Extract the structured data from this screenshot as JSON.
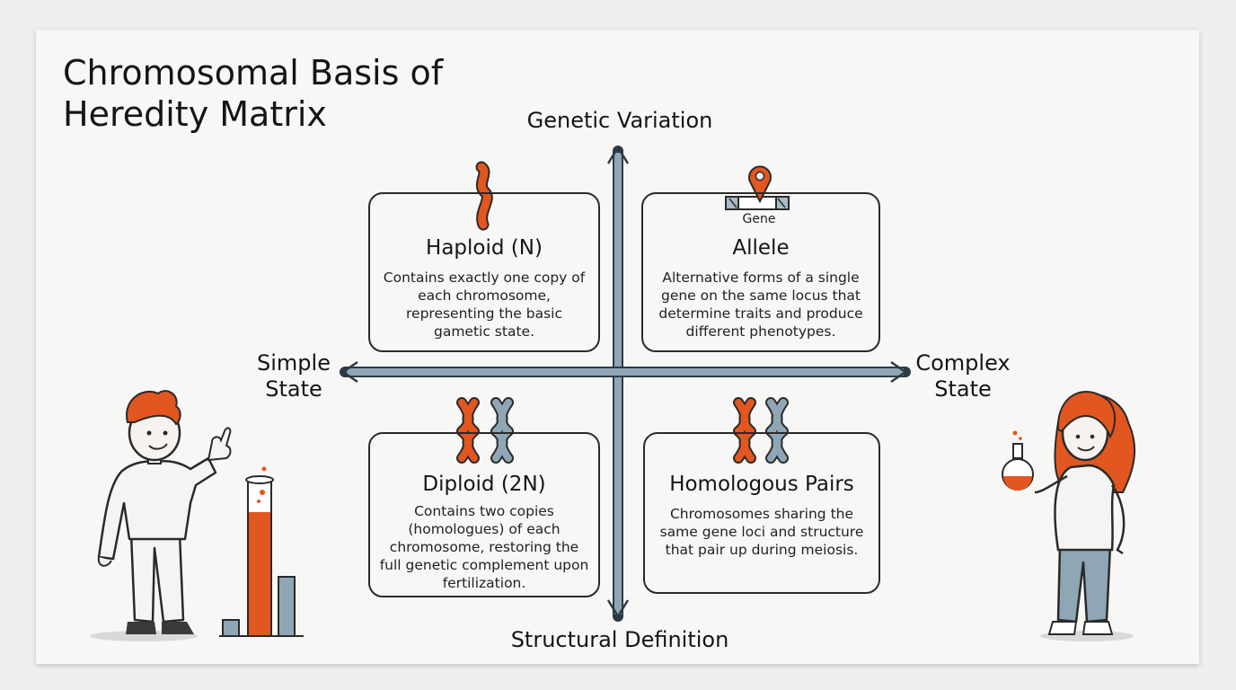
{
  "title": "Chromosomal Basis of Heredity Matrix",
  "axes": {
    "top": "Genetic Variation",
    "bottom": "Structural Definition",
    "left": "Simple State",
    "right": "Complex State"
  },
  "quadrants": [
    {
      "heading": "Haploid (N)",
      "description": "Contains exactly one copy of each chromosome, representing the basic gametic state."
    },
    {
      "heading": "Allele",
      "description": "Alternative forms of a single gene on the same locus that determine traits and produce different phenotypes.",
      "icon_label": "Gene"
    },
    {
      "heading": "Diploid (2N)",
      "description": "Contains two copies (homologues) of each chromosome, restoring the full genetic complement upon fertilization."
    },
    {
      "heading": "Homologous Pairs",
      "description": "Chromosomes sharing the same gene loci and structure that pair up during meiosis."
    }
  ],
  "colors": {
    "accent": "#e2561f",
    "steel": "#8fa6b5",
    "ink": "#2a2a2a"
  }
}
